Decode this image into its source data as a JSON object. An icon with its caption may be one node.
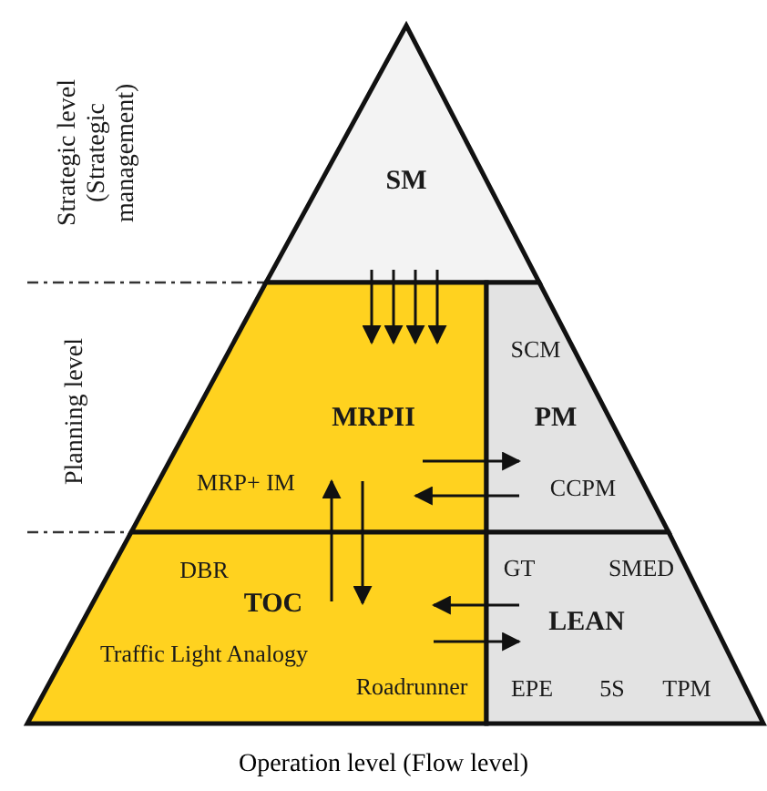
{
  "diagram": {
    "nodes": [
      {
        "text": [
          "SM"
        ]
      },
      {
        "text": [
          "MRPII",
          "MRP+ IM"
        ]
      },
      {
        "text": [
          "SCM",
          "PM",
          "CCPM"
        ]
      },
      {
        "text": [
          "DBR",
          "TOC",
          "Traffic Light Analogy",
          "Roadrunner"
        ]
      },
      {
        "text": [
          "GT",
          "SMED",
          "LEAN",
          "EPE",
          "5S",
          "TPM"
        ]
      }
    ],
    "edges": [
      {
        "from": 0,
        "to": 1,
        "arrow": "to"
      },
      {
        "from": 0,
        "to": 1,
        "arrow": "to"
      },
      {
        "from": 0,
        "to": 1,
        "arrow": "to"
      },
      {
        "from": 0,
        "to": 1,
        "arrow": "to"
      },
      {
        "from": 1,
        "to": 2,
        "arrow": "to"
      },
      {
        "from": 2,
        "to": 1,
        "arrow": "to"
      },
      {
        "from": 3,
        "to": 1,
        "arrow": "to"
      },
      {
        "from": 1,
        "to": 3,
        "arrow": "to"
      },
      {
        "from": 4,
        "to": 3,
        "arrow": "to"
      },
      {
        "from": 3,
        "to": 4,
        "arrow": "to"
      }
    ],
    "labels": [
      "Strategic level (Strategic management)",
      "Planning level",
      "Operation level (Flow level)"
    ]
  }
}
